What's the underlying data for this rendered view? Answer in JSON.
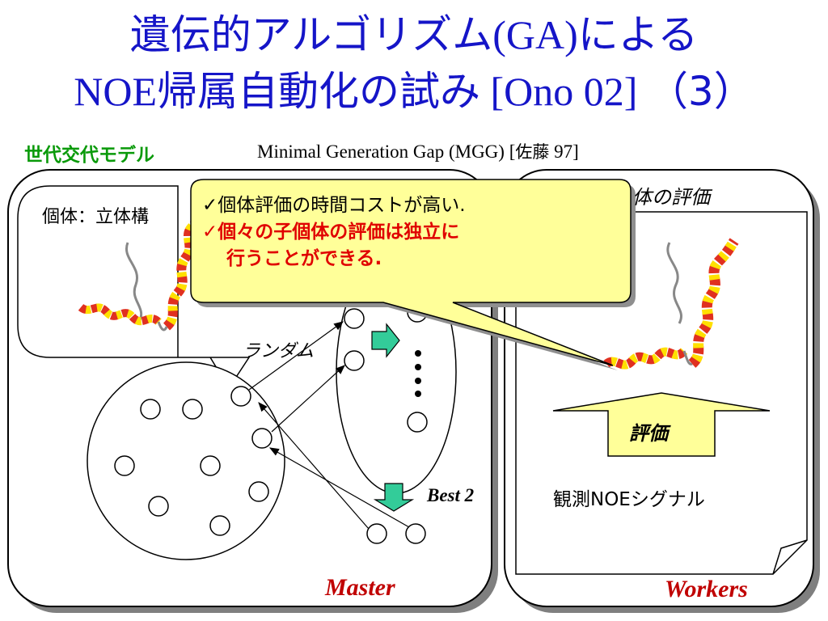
{
  "title": {
    "line1_jp": "遺伝的アルゴリズム",
    "line1_latin": "(GA)",
    "line1_jp2": "による",
    "line2_latin": "NOE",
    "line2_jp": "帰属自動化の試み",
    "line2_ref": " [Ono 02] ",
    "line2_num": "（3）"
  },
  "model_label": "世代交代モデル",
  "mgg": {
    "text": "Minimal Generation Gap (MGG) [",
    "author": "佐藤",
    "year": " 97]"
  },
  "master": {
    "individual_label": "個体：立体構",
    "random_label": "ランダム",
    "best_label": "Best 2",
    "panel_label": "Master"
  },
  "workers": {
    "header_label": "体の評価",
    "evaluate_label": "評価",
    "noe_label": "観測NOEシグナル",
    "panel_label": "Workers"
  },
  "callout": {
    "line1": "✓個体評価の時間コストが高い.",
    "line2": "✓個々の子個体の評価は独立に",
    "line3": "行うことができる."
  },
  "colors": {
    "title": "#1515c8",
    "model_label": "#0a9a0a",
    "panel_label": "#c00000",
    "callout_fill": "#ffff99",
    "arrow_green": "#33cc99",
    "arrow_yellow": "#ffff99",
    "helix_red": "#e03020",
    "helix_yellow": "#ffe000"
  }
}
